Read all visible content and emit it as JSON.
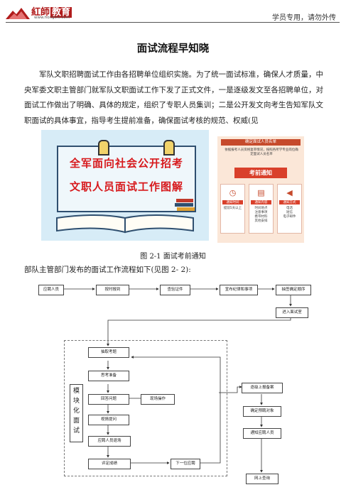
{
  "header": {
    "logo_text": "紅師",
    "logo_edu": "教育",
    "logo_url": "www.hongshi.com",
    "note": "学员专用，请勿外传"
  },
  "title": "面试流程早知晓",
  "paragraph": "军队文职招聘面试工作由各招聘单位组织实施。为了统一面试标准，确保人才质量，中央军委文职主管部门就军队文职面试工作下发了正式文件，一是逐级发文至各招聘单位，对面试工作做出了明确、具体的规定，组织了专职人员集训；二是公开发文向考生告知军队文职面试的具体事宜，指导考生提前准备，确保面试考核的规范、权威(见",
  "poster": {
    "line1": "全军面向社会公开招考",
    "line2": "文职人员面试工作图解"
  },
  "notice": {
    "band": "确定面试人员名单",
    "text": "依据报考人员资格复审情况，按照各所学专业岗位确定面试人员名单",
    "title": "考前通知",
    "cards": [
      {
        "icon": "clock-icon",
        "glyph": "◷",
        "cap": "通知时间",
        "txt": "提前5天以上"
      },
      {
        "icon": "document-icon",
        "glyph": "▤",
        "cap": "通知内容",
        "txt": "时间地点\n注意事项\n携带材料\n其他安排"
      },
      {
        "icon": "megaphone-icon",
        "glyph": "◀",
        "cap": "通知方式",
        "txt": "电话\n短信\n电子邮件"
      }
    ]
  },
  "caption": "图 2-1 面试考前通知",
  "intro": "部队主管部门发布的面试工作流程如下(见图 2- 2):",
  "flow": {
    "applicant": "应聘人员",
    "checkin": "按时报到",
    "verify": "查验证件",
    "announce": "宣布纪律和事项",
    "draw_order": "抽签确定顺序",
    "enter_room": "进入面试室",
    "draw_question": "抽取考题",
    "think": "思考准备",
    "answer": "回答问题",
    "onsite": "现场操作",
    "follow_up": "视情提问",
    "leave": "应聘人员退场",
    "score": "评定成绩",
    "next": "下一位应聘",
    "module_label": "模块化面试",
    "report": "逐级上报备案",
    "hire": "确定预聘对象",
    "notify": "通知应聘人员",
    "online": "网上查询"
  }
}
